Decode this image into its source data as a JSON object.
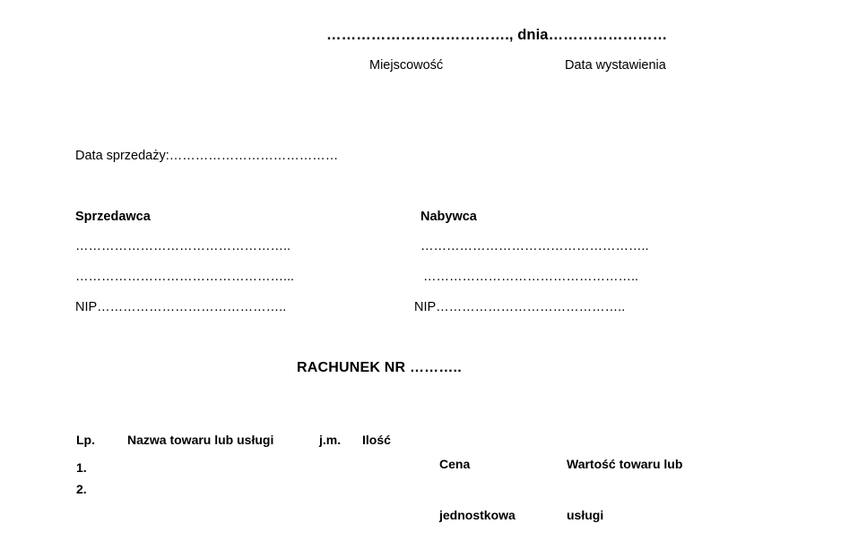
{
  "document": {
    "type": "polish-invoice-form",
    "title": "RACHUNEK NR ………..",
    "header": {
      "date_line": "………………………………., dnia……………………",
      "place_label": "Miejscowość",
      "issue_date_label": "Data wystawienia"
    },
    "sale_date_line": "Data sprzedaży:…………………………………",
    "parties": {
      "seller": {
        "heading": "Sprzedawca",
        "address_line_1": "…………………………………………..",
        "address_line_2": "…………………………………………...",
        "tax_id_line": "NIP…………………………………….."
      },
      "buyer": {
        "heading": "Nabywca",
        "address_line_1": "……………………………………………..",
        "address_line_2": "…………………………………………..",
        "tax_id_line": "NIP…………………………………….."
      }
    },
    "table": {
      "columns": {
        "ordinal": "Lp.",
        "name": "Nazwa towaru lub usługi",
        "unit": "j.m.",
        "quantity": "Ilość",
        "unit_price_line_1": "Cena",
        "unit_price_line_2": "jednostkowa",
        "value_line_1": "Wartość towaru lub",
        "value_line_2": "usługi"
      },
      "rows": [
        {
          "ordinal": "1.",
          "name": "",
          "unit": "",
          "quantity": "",
          "unit_price": "",
          "value": ""
        },
        {
          "ordinal": "2.",
          "name": "",
          "unit": "",
          "quantity": "",
          "unit_price": "",
          "value": ""
        }
      ]
    }
  },
  "colors": {
    "page_background": "#ffffff",
    "text": "#000000"
  }
}
